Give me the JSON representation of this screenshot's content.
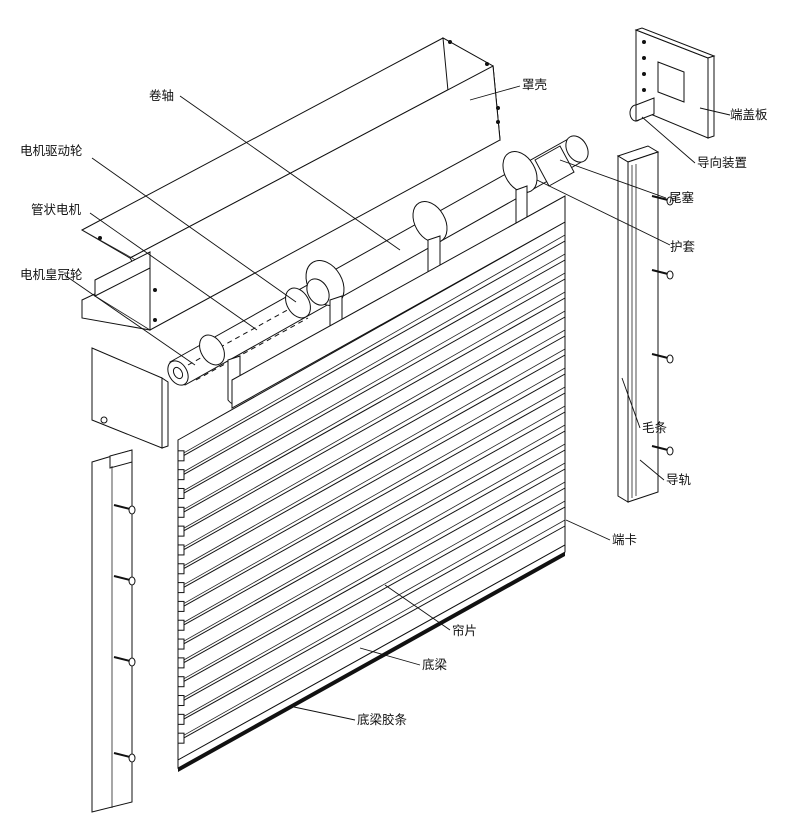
{
  "labels": {
    "juanzhou": "卷轴",
    "zhaoke": "罩壳",
    "duangaiban": "端盖板",
    "dianji_qudong": "电机驱动轮",
    "guanzhuang_dianji": "管状电机",
    "daoxiang": "导向装置",
    "weisai": "尾塞",
    "dianji_huangguan": "电机皇冠轮",
    "hutao": "护套",
    "maotiao": "毛条",
    "daogui": "导轨",
    "duanka": "端卡",
    "lianpian": "帘片",
    "diliang": "底梁",
    "diliang_jiaotiao": "底梁胶条"
  },
  "slat_count": 17
}
